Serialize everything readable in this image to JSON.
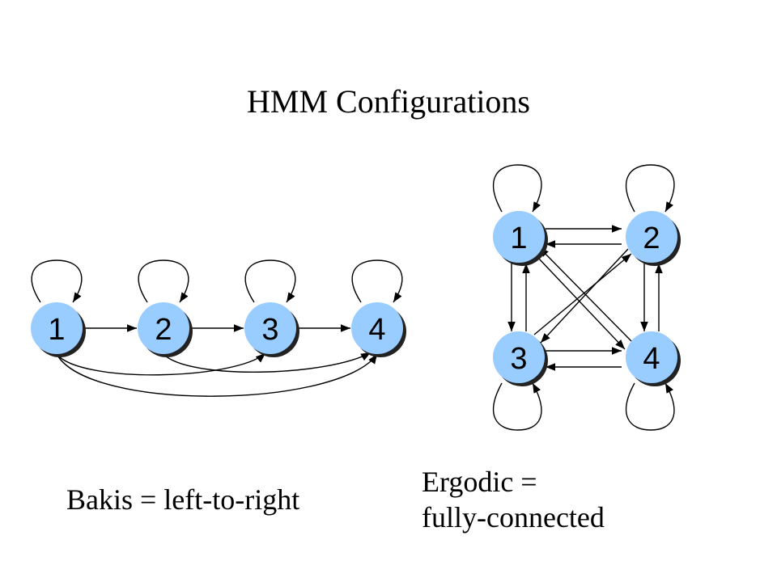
{
  "title": "HMM Configurations",
  "colors": {
    "node_fill": "#99ccff",
    "node_shadow": "#222222",
    "edge": "#000000"
  },
  "bakis": {
    "caption": "Bakis = left-to-right",
    "nodes": [
      "1",
      "2",
      "3",
      "4"
    ]
  },
  "ergodic": {
    "caption_line1": "Ergodic =",
    "caption_line2": "fully-connected",
    "nodes": [
      "1",
      "2",
      "3",
      "4"
    ]
  }
}
